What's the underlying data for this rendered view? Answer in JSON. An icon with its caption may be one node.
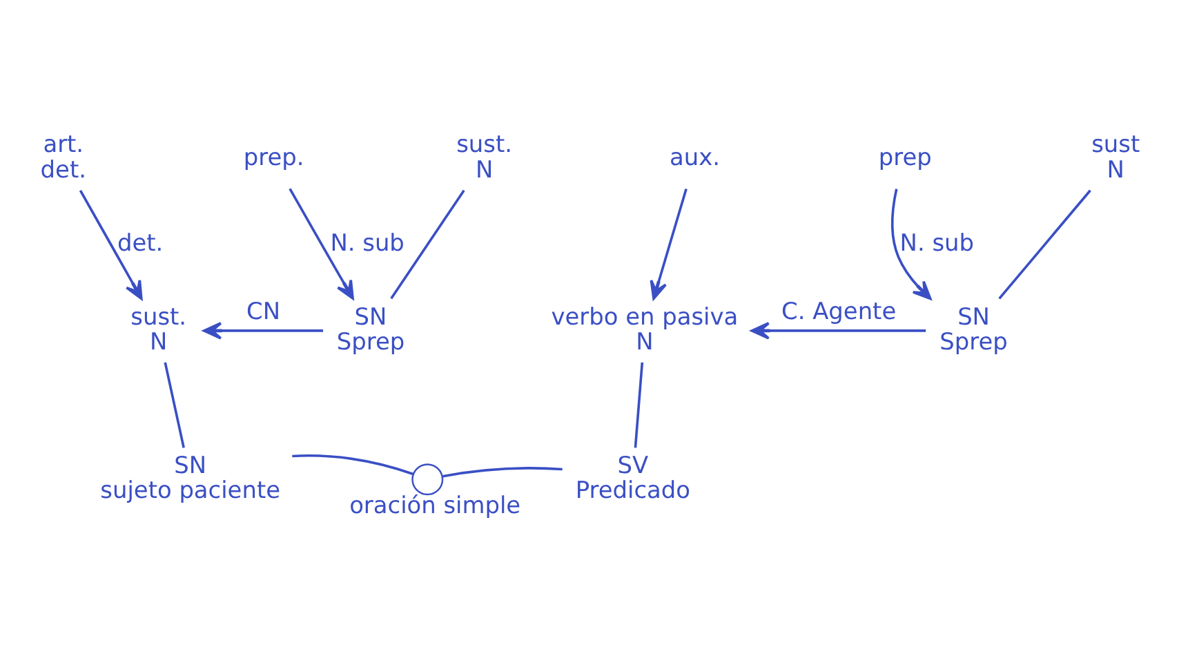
{
  "diagram": {
    "nodes": [
      {
        "text": [
          "art.",
          "det."
        ]
      },
      {
        "text": [
          "sust.",
          "N"
        ]
      },
      {
        "text": [
          "prep."
        ]
      },
      {
        "text": [
          "sust.",
          "N"
        ]
      },
      {
        "text": [
          "SN",
          "Sprep"
        ]
      },
      {
        "text": [
          "SN",
          "sujeto paciente"
        ]
      },
      {
        "text": [],
        "shape": "circle",
        "beside": [
          "oración simple"
        ]
      },
      {
        "text": [
          "aux."
        ]
      },
      {
        "text": [
          "verbo en pasiva",
          "N"
        ]
      },
      {
        "text": [
          "prep"
        ]
      },
      {
        "text": [
          "sust",
          "N"
        ]
      },
      {
        "text": [
          "SN",
          "Sprep"
        ]
      },
      {
        "text": [
          "SV",
          "Predicado"
        ]
      }
    ],
    "edges": [
      {
        "from": 0,
        "to": 1,
        "arrow": "to",
        "label": "det."
      },
      {
        "from": 2,
        "to": 4,
        "arrow": "to",
        "label": "N. sub"
      },
      {
        "from": 3,
        "to": 4,
        "arrow": "none"
      },
      {
        "from": 4,
        "to": 1,
        "arrow": "to",
        "label": "CN"
      },
      {
        "from": 1,
        "to": 5,
        "arrow": "none"
      },
      {
        "from": 5,
        "to": 6,
        "arrow": "none"
      },
      {
        "from": 6,
        "to": 12,
        "arrow": "none"
      },
      {
        "from": 7,
        "to": 8,
        "arrow": "to"
      },
      {
        "from": 9,
        "to": 11,
        "arrow": "to",
        "label": "N. sub"
      },
      {
        "from": 10,
        "to": 11,
        "arrow": "none"
      },
      {
        "from": 11,
        "to": 8,
        "arrow": "to",
        "label": "C. Agente"
      },
      {
        "from": 8,
        "to": 12,
        "arrow": "none"
      }
    ]
  }
}
